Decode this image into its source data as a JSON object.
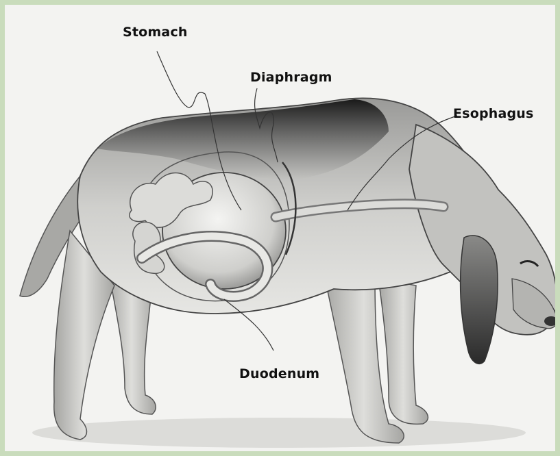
{
  "labels": {
    "stomach": "Stomach",
    "diaphragm": "Diaphragm",
    "esophagus": "Esophagus",
    "duodenum": "Duodenum"
  },
  "colors": {
    "frame_border": "#c9dcbc",
    "background": "#f3f3f1",
    "label_text": "#111111"
  }
}
